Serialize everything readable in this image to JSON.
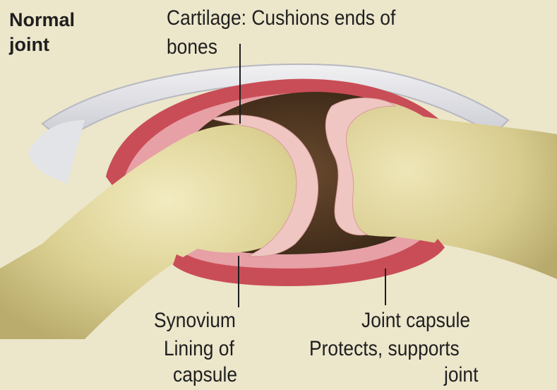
{
  "title": {
    "line1": "Normal",
    "line2": "joint"
  },
  "labels": {
    "cartilage": {
      "line1": "Cartilage: Cushions ends of",
      "line2": "bones"
    },
    "synovium": {
      "line1": "Synovium",
      "line2": "Lining of",
      "line3": "capsule"
    },
    "joint_capsule": {
      "line1": "Joint capsule",
      "line2": "Protects, supports",
      "line3": "joint"
    }
  },
  "colors": {
    "background": "#ece6cb",
    "bone": "#d9cf94",
    "cartilage": "#efc6c2",
    "capsule": "#c94d57",
    "fluid": "#4a3422",
    "skin": "#dcdde2"
  }
}
